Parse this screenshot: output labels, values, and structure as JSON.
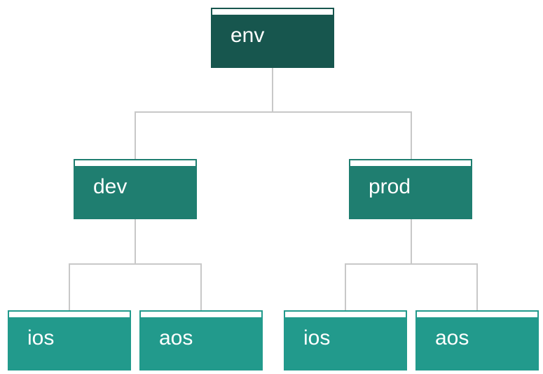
{
  "tree": {
    "root": {
      "label": "env"
    },
    "children": [
      {
        "label": "dev",
        "children": [
          {
            "label": "ios"
          },
          {
            "label": "aos"
          }
        ]
      },
      {
        "label": "prod",
        "children": [
          {
            "label": "ios"
          },
          {
            "label": "aos"
          }
        ]
      }
    ]
  },
  "colors": {
    "level_0": "#17564e",
    "level_1": "#1f7e70",
    "level_2": "#229a8c",
    "connector": "#c8c8c8",
    "tab": "#ffffff",
    "text": "#ffffff"
  }
}
